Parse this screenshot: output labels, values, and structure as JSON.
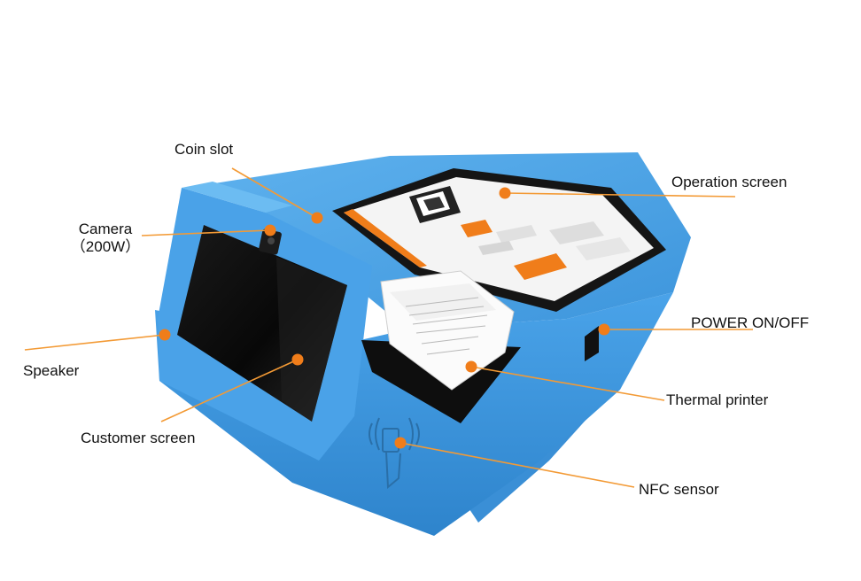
{
  "labels": {
    "coin_slot": "Coin slot",
    "camera": "Camera",
    "camera_spec": "（200W）",
    "operation_screen": "Operation screen",
    "power": "POWER ON/OFF",
    "speaker": "Speaker",
    "thermal_printer": "Thermal printer",
    "customer_screen": "Customer screen",
    "nfc_sensor": "NFC sensor"
  },
  "colors": {
    "body": "#4ea6ea",
    "body_dark": "#2f86cf",
    "leader_line": "#f39a35",
    "marker": "#f07d1a",
    "screen_accent": "#f07d1a"
  }
}
